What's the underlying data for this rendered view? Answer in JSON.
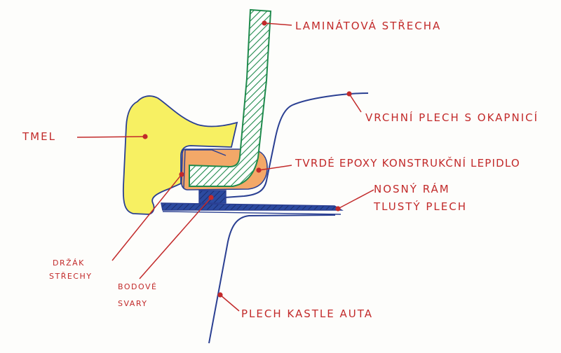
{
  "labels": {
    "roof": "LAMINÁTOVÁ STŘECHA",
    "upper_sheet": "VRCHNÍ PLECH S OKAPNICÍ",
    "sealant": "TMEL",
    "adhesive": "TVRDÉ EPOXY KONSTRUKČNÍ LEPIDLO",
    "frame_line1": "NOSNÝ RÁM",
    "frame_line2": "TLUSTÝ PLECH",
    "holder_line1": "DRŽÁK",
    "holder_line2": "STŘECHY",
    "welds_line1": "BODOVÉ",
    "welds_line2": "SVARY",
    "body_sheet": "PLECH KASTLE AUTA"
  },
  "colors": {
    "ink_red": "#c22a2a",
    "ink_blue": "#2a3f92",
    "ink_green": "#1f8a4c",
    "sealant_fill": "#f7f062",
    "adhesive_fill": "#f3a868",
    "frame_fill": "#2c4aa0"
  }
}
